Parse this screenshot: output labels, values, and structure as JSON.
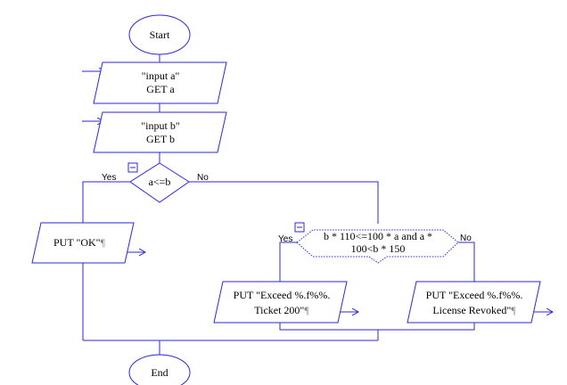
{
  "flowchart": {
    "start_label": "Start",
    "end_label": "End",
    "input_a": {
      "line1": "\"input a\"",
      "line2": "GET a"
    },
    "input_b": {
      "line1": "\"input b\"",
      "line2": "GET b"
    },
    "decision1": {
      "condition": "a<=b",
      "yes_label": "Yes",
      "no_label": "No"
    },
    "output_ok": {
      "text": "PUT \"OK\"",
      "mark": "¶"
    },
    "decision2": {
      "line1": "b * 110<=100 * a and a *",
      "line2": "100<b * 150",
      "yes_label": "Yes",
      "no_label": "No"
    },
    "output_ticket": {
      "line1": "PUT \"Exceed %.f%%.",
      "line2": "Ticket 200\"",
      "mark": "¶"
    },
    "output_license": {
      "line1": "PUT \"Exceed %.f%%.",
      "line2": "License Revoked\"",
      "mark": "¶"
    },
    "colors": {
      "stroke": "#2a2ad8",
      "fill": "#ffffff",
      "text": "#000000"
    }
  }
}
